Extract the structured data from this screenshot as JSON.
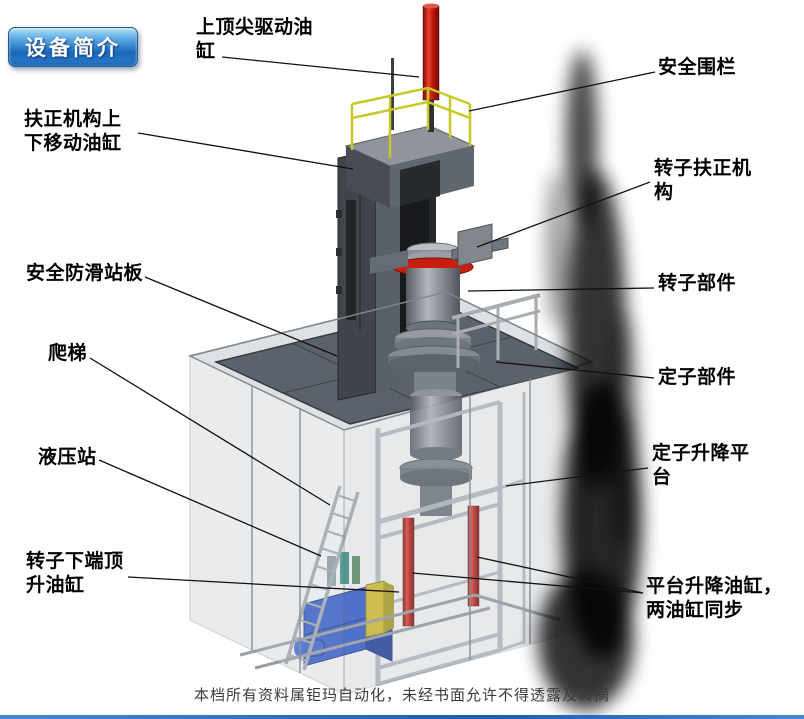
{
  "badge": {
    "label": "设备简介"
  },
  "labels": [
    {
      "id": "top-tip-drive-cylinder",
      "text": "上顶尖驱动油缸"
    },
    {
      "id": "safety-fence",
      "text": "安全围栏"
    },
    {
      "id": "centralizer-move-cylinder",
      "text": "扶正机构上下移动油缸"
    },
    {
      "id": "rotor-centralizer",
      "text": "转子扶正机构"
    },
    {
      "id": "anti-slip-plate",
      "text": "安全防滑站板"
    },
    {
      "id": "rotor-part",
      "text": "转子部件"
    },
    {
      "id": "ladder",
      "text": "爬梯"
    },
    {
      "id": "stator-part",
      "text": "定子部件"
    },
    {
      "id": "hydraulic-station",
      "text": "液压站"
    },
    {
      "id": "stator-lift-platform",
      "text": "定子升降平台"
    },
    {
      "id": "rotor-bottom-jack-cylinder",
      "text": "转子下端顶升油缸"
    },
    {
      "id": "platform-lift-cylinders",
      "text": "平台升降油缸，两油缸同步"
    }
  ],
  "footer": {
    "watermark": "本档所有资料属钜玛自动化，未经书面允许不得透露及转摘"
  },
  "colors": {
    "badge_blue": "#2f7fd0",
    "cylinder_red": "#c81810",
    "railing_yellow": "#c6c928",
    "hydraulic_blue": "#2b57cf",
    "tank_yellow": "#d8c228",
    "platform_gray": "#5b626b",
    "enclosure_gray": "#c6cbd0"
  }
}
